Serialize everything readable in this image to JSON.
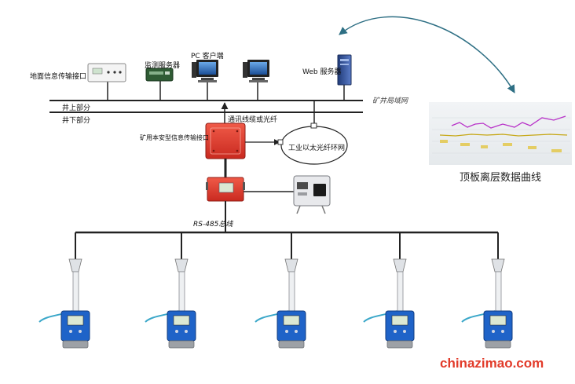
{
  "labels": {
    "ground_interface": "地面信息传输接口",
    "monitor_server": "监测服务器",
    "pc_client": "PC 客户端",
    "web_server": "Web 服务器",
    "mine_lan": "矿井局域网",
    "above_ground": "井上部分",
    "below_ground": "井下部分",
    "comm_cable": "通讯线缆或光纤",
    "ethernet_ring": "工业以太光纤环网",
    "mine_interface": "矿用本安型信息传输接口",
    "rs485": "RS-485总线",
    "roof_curve": "顶板离层数据曲线",
    "watermark": "chinazimao.com"
  },
  "colors": {
    "device_red": "#e63a2e",
    "sensor_blue": "#1f63c8",
    "line": "#222222",
    "watermark_red": "#e23b2a",
    "cable_teal": "#3aa7c9"
  },
  "sensor_count": 5
}
